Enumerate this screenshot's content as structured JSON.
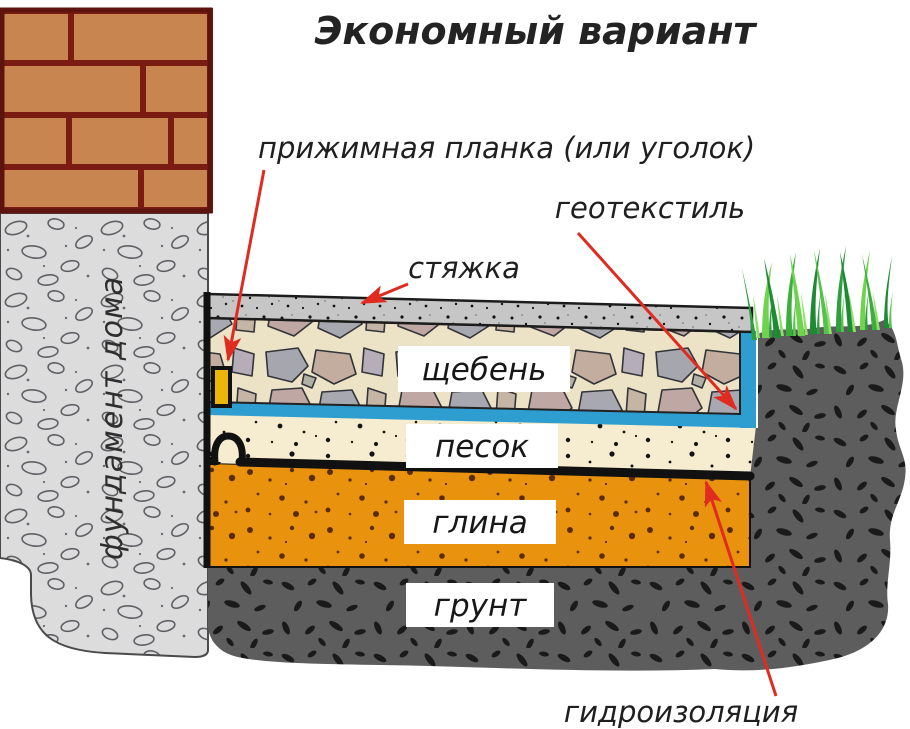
{
  "title": "Экономный вариант",
  "annotations": {
    "pressure_bar": "прижимная планка (или уголок)",
    "geotextile": "геотекстиль",
    "screed": "стяжка",
    "waterproofing": "гидроизоляция",
    "foundation": "фундамент дома"
  },
  "layers": [
    {
      "label": "щебень"
    },
    {
      "label": "песок"
    },
    {
      "label": "глина"
    },
    {
      "label": "грунт"
    }
  ],
  "palette": {
    "background": "#ffffff",
    "text": "#1f1f1f",
    "arrow": "#e02b20",
    "brick": "#c8854f",
    "mortar": "#7a1c12",
    "concrete": "#dcdcdc",
    "screed": "#c6c6c6",
    "rubble_bg": "#ece3c6",
    "geotextile": "#2d9ecf",
    "sand": "#f6ecd0",
    "clay": "#e8920e",
    "clay_dot": "#5c2c04",
    "soil": "#5d5d5d",
    "soil_blob": "#1a1a1a",
    "grass": "#3cae3c",
    "bar": "#edb40a",
    "outline": "#111111",
    "label_bg": "#ffffff"
  }
}
